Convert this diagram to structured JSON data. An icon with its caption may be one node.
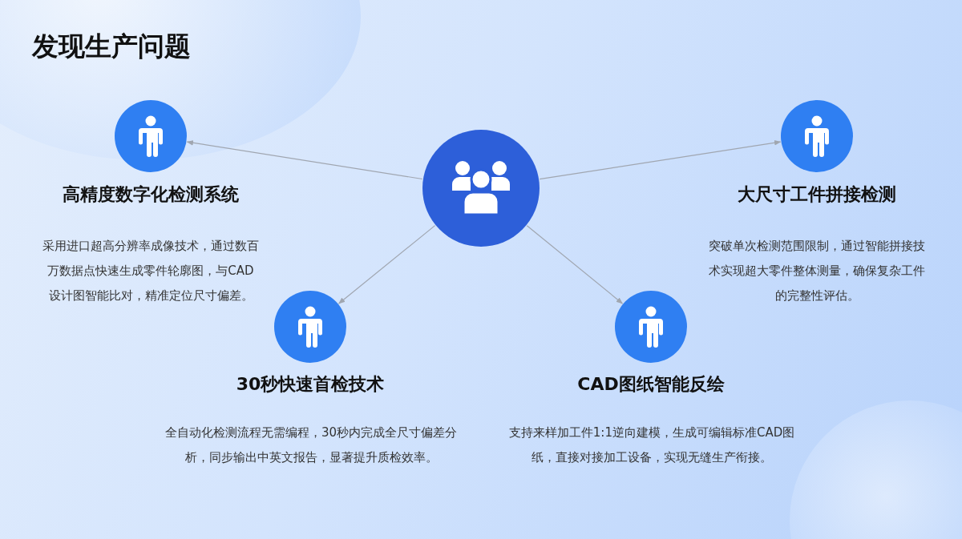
{
  "diagram": {
    "title": "发现生产问题",
    "nodes": [
      {
        "text": [],
        "shape": "person",
        "beside": [
          "高精度数字化检测系统"
        ]
      },
      {
        "text": [],
        "shape": "person",
        "beside": [
          "大尺寸工件拼接检测"
        ]
      },
      {
        "text": [],
        "shape": "circle"
      },
      {
        "text": [],
        "shape": "person",
        "beside": [
          "30秒快速首检技术"
        ]
      },
      {
        "text": [],
        "shape": "person",
        "beside": [
          "CAD图纸智能反绘"
        ]
      }
    ],
    "edges": [
      {
        "from": 2,
        "to": 0,
        "arrow": "to"
      },
      {
        "from": 2,
        "to": 1,
        "arrow": "to"
      },
      {
        "from": 2,
        "to": 3,
        "arrow": "to"
      },
      {
        "from": 2,
        "to": 4,
        "arrow": "to"
      }
    ],
    "labels": [
      "采用进口超高分辨率成像技术，通过数百万数据点快速生成零件轮廓图，与CAD设计图智能比对，精准定位尺寸偏差。",
      "突破单次检测范围限制，通过智能拼接技术实现超大零件整体测量，确保复杂工件的完整性评估。",
      "全自动化检测流程无需编程，30秒内完成全尺寸偏差分析，同步输出中英文报告，显著提升质检效率。",
      "支持来样加工件1:1逆向建模，生成可编辑标准CAD图纸，直接对接加工设备，实现无缝生产衔接。"
    ]
  }
}
